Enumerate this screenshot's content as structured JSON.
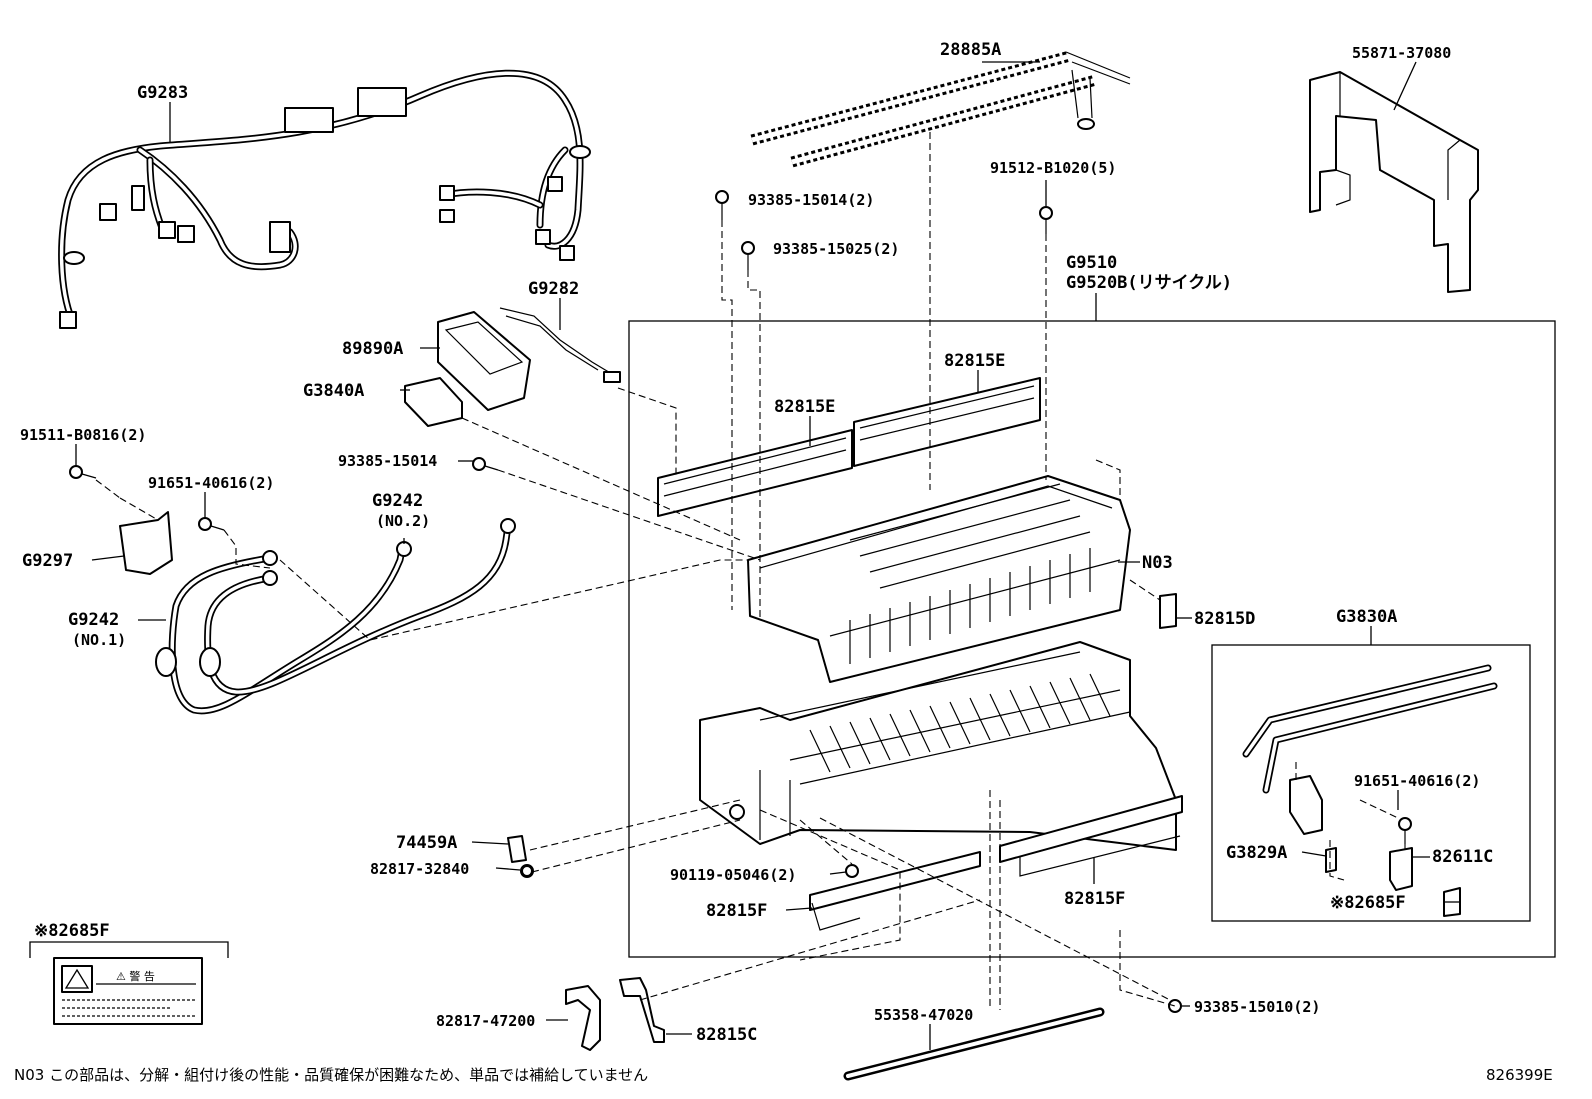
{
  "diagram_id": "826399E",
  "footnote": "N03 この部品は、分解・組付け後の性能・品質確保が困難なため、単品では補給していません",
  "warning_label": {
    "title": "※82685F",
    "heading": "⚠ 警 告"
  },
  "labels": {
    "g9283": "G9283",
    "g28885a": "28885A",
    "p5587137080": "55871-37080",
    "p9338515014_2": "93385-15014(2)",
    "p9338515025_2": "93385-15025(2)",
    "p91512b1020_5": "91512-B1020(5)",
    "g9510": "G9510",
    "g9520b": "G9520B(リサイクル)",
    "g9282": "G9282",
    "p89890a": "89890A",
    "g3840a": "G3840A",
    "p82815e_1": "82815E",
    "p82815e_2": "82815E",
    "p91511b0816_2": "91511-B0816(2)",
    "p9165140616_2_left": "91651-40616(2)",
    "p9338515014": "93385-15014",
    "g9242_no2": "G9242",
    "g9242_no2_sub": "(NO.2)",
    "g9297": "G9297",
    "g9242_no1": "G9242",
    "g9242_no1_sub": "(NO.1)",
    "n03": "N03",
    "p82815d": "82815D",
    "g3830a": "G3830A",
    "p9165140616_2_right": "91651-40616(2)",
    "g3829a": "G3829A",
    "p82611c": "82611C",
    "p82685f": "※82685F",
    "p74459a": "74459A",
    "p8281732840": "82817-32840",
    "p9011905046_2": "90119-05046(2)",
    "p82815f_left": "82815F",
    "p82815f_right": "82815F",
    "p9338515010_2": "93385-15010(2)",
    "p5535847020": "55358-47020",
    "p8281747200": "82817-47200",
    "p82815c": "82815C"
  }
}
